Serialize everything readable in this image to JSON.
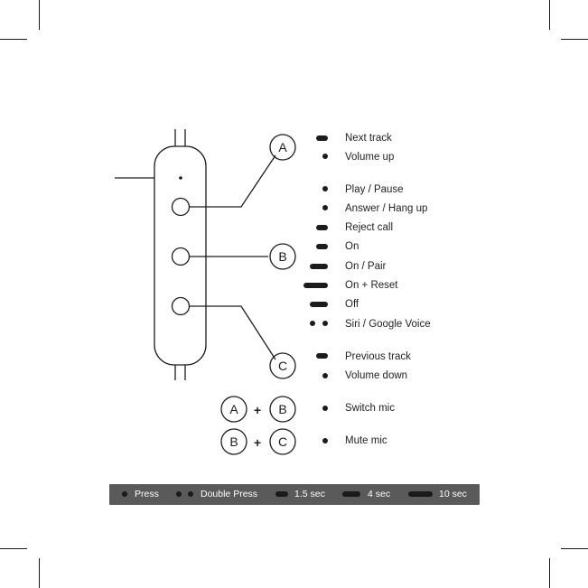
{
  "buttons": {
    "a": "A",
    "b": "B",
    "c": "C"
  },
  "plus": "+",
  "functions": {
    "a_press": "Next track",
    "a_hold": "Volume up",
    "b_play": "Play / Pause",
    "b_answer": "Answer / Hang up",
    "b_reject": "Reject call",
    "b_on": "On",
    "b_pair": "On / Pair",
    "b_reset": "On + Reset",
    "b_off": "Off",
    "b_voice": "Siri / Google Voice",
    "c_prev": "Previous track",
    "c_vol": "Volume down",
    "ab": "Switch mic",
    "bc": "Mute mic"
  },
  "legend": {
    "press": "Press",
    "double": "Double Press",
    "s15": "1.5 sec",
    "s4": "4 sec",
    "s10": "10 sec"
  },
  "colors": {
    "ink": "#1c1c1c",
    "legend_bg": "#5a5a5a",
    "legend_text": "#ffffff"
  }
}
